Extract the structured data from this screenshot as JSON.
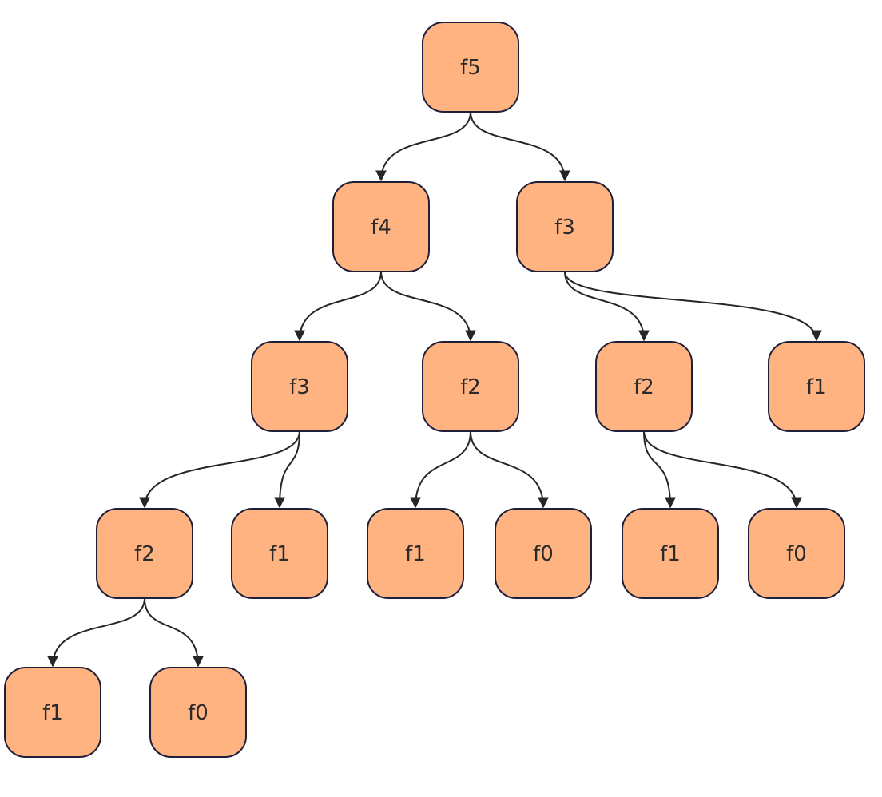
{
  "diagram": {
    "type": "recursion-tree",
    "colors": {
      "node_fill": "#FFB380",
      "node_stroke": "#1F1F3A",
      "edge": "#262626",
      "text": "#2A2A2A"
    },
    "nodes": [
      {
        "id": "n1",
        "label": "f5"
      },
      {
        "id": "n2",
        "label": "f4"
      },
      {
        "id": "n3",
        "label": "f3"
      },
      {
        "id": "n4",
        "label": "f3"
      },
      {
        "id": "n5",
        "label": "f2"
      },
      {
        "id": "n6",
        "label": "f2"
      },
      {
        "id": "n7",
        "label": "f1"
      },
      {
        "id": "n8",
        "label": "f2"
      },
      {
        "id": "n9",
        "label": "f1"
      },
      {
        "id": "n10",
        "label": "f1"
      },
      {
        "id": "n11",
        "label": "f0"
      },
      {
        "id": "n12",
        "label": "f1"
      },
      {
        "id": "n13",
        "label": "f0"
      },
      {
        "id": "n14",
        "label": "f1"
      },
      {
        "id": "n15",
        "label": "f0"
      }
    ],
    "edges": [
      {
        "from": "n1",
        "to": "n2"
      },
      {
        "from": "n1",
        "to": "n3"
      },
      {
        "from": "n2",
        "to": "n4"
      },
      {
        "from": "n2",
        "to": "n5"
      },
      {
        "from": "n3",
        "to": "n6"
      },
      {
        "from": "n3",
        "to": "n7"
      },
      {
        "from": "n4",
        "to": "n8"
      },
      {
        "from": "n4",
        "to": "n9"
      },
      {
        "from": "n5",
        "to": "n10"
      },
      {
        "from": "n5",
        "to": "n11"
      },
      {
        "from": "n6",
        "to": "n12"
      },
      {
        "from": "n6",
        "to": "n13"
      },
      {
        "from": "n8",
        "to": "n14"
      },
      {
        "from": "n8",
        "to": "n15"
      }
    ]
  }
}
